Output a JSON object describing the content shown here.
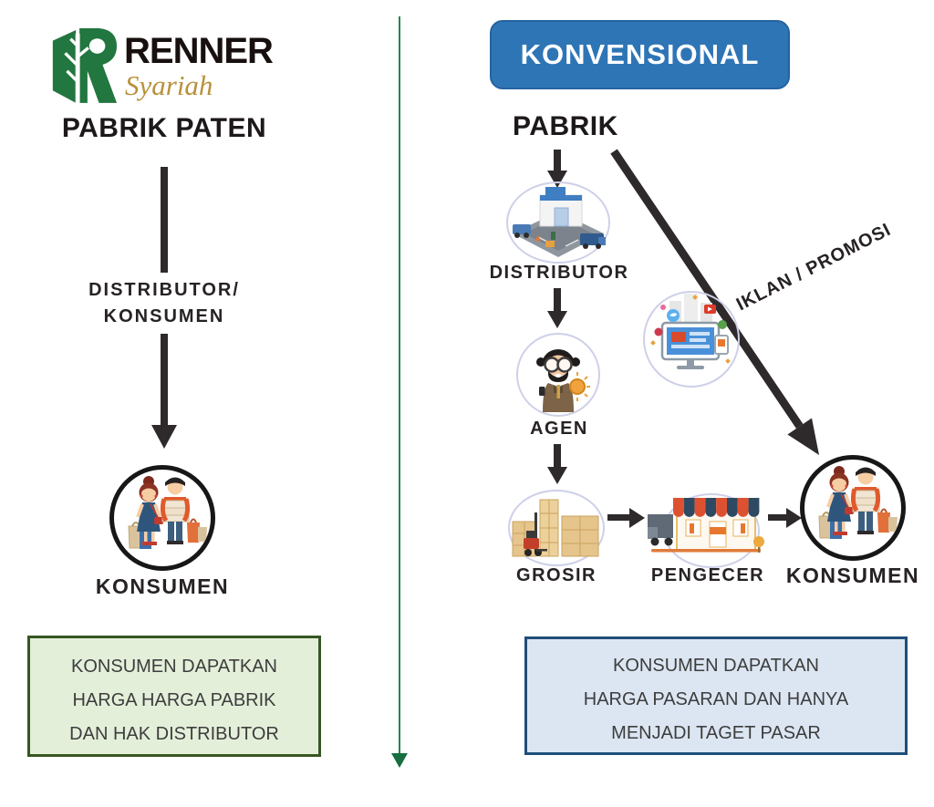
{
  "left_panel": {
    "brand_name": "RENNER",
    "brand_subtitle": "Syariah",
    "title": "PABRIK PATEN",
    "flow_note_line1": "DISTRIBUTOR/",
    "flow_note_line2": "KONSUMEN",
    "consumer_label": "KONSUMEN",
    "benefit_box": {
      "line1": "KONSUMEN DAPATKAN",
      "line2": "HARGA HARGA PABRIK",
      "line3": "DAN HAK DISTRIBUTOR"
    }
  },
  "right_panel": {
    "banner": "KONVENSIONAL",
    "title": "PABRIK",
    "node_distributor": "DISTRIBUTOR",
    "node_agen": "AGEN",
    "node_grosir": "GROSIR",
    "node_pengecer": "PENGECER",
    "node_konsumen": "KONSUMEN",
    "promo_label": "IKLAN / PROMOSI",
    "benefit_box": {
      "line1": "KONSUMEN DAPATKAN",
      "line2": "HARGA PASARAN DAN HANYA",
      "line3": "MENJADI TAGET PASAR"
    }
  },
  "icons": {
    "brand_mark": "renner-tree-logo-icon",
    "left_consumer": "shoppers-icon",
    "distributor": "warehouse-distributor-icon",
    "agen": "agent-person-icon",
    "grosir": "wholesale-pallets-icon",
    "pengecer": "storefront-icon",
    "right_consumer": "shoppers-icon",
    "promo": "social-media-promo-icon"
  },
  "colors": {
    "brand_green": "#22763f",
    "brand_gold": "#b8913a",
    "banner_blue": "#2e75b6",
    "green_box_bg": "#e4efda",
    "green_box_border": "#375623",
    "blue_box_bg": "#dce6f2",
    "blue_box_border": "#1f4e79",
    "arrow_dark": "#2e2a2b",
    "divider_green": "#1b8a4e"
  }
}
